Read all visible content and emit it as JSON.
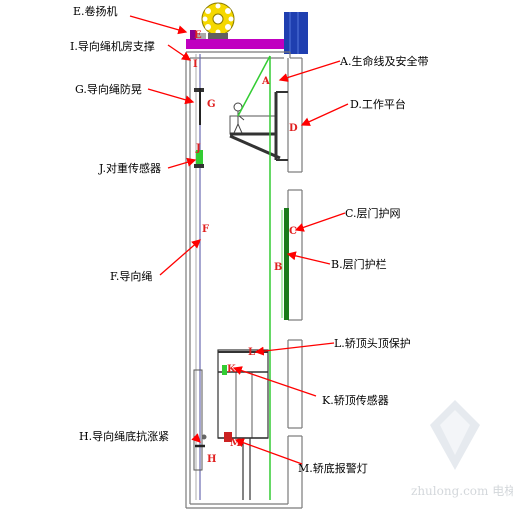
{
  "labels": {
    "E": "E.卷扬机",
    "I": "I.导向绳机房支撑",
    "A": "A.生命线及安全带",
    "G": "G.导向绳防晃",
    "D": "D.工作平台",
    "J": "J.对重传感器",
    "C": "C.层门护网",
    "B": "B.层门护栏",
    "F": "F.导向绳",
    "L": "L.轿顶头顶保护",
    "K": "K.轿顶传感器",
    "H": "H.导向绳底抗涨紧",
    "M": "M.轿底报警灯"
  },
  "markers": {
    "E": "E",
    "I": "I",
    "A": "A",
    "G": "G",
    "D": "D",
    "J": "J",
    "C": "C",
    "B": "B",
    "F": "F",
    "L": "L",
    "K": "K",
    "M": "M",
    "H": "H"
  },
  "watermark": "zhulong.com 电梯",
  "colors": {
    "label_red": "#ff0000",
    "marker_red": "#e02020",
    "machine_room_beam": "#c000c0",
    "hoist_yellow": "#f5d800",
    "building_blue": "#1f3fb0",
    "safety_green": "#33cc33",
    "guard_green": "#1a7a1a",
    "shaft_line": "#7a7a7a"
  }
}
